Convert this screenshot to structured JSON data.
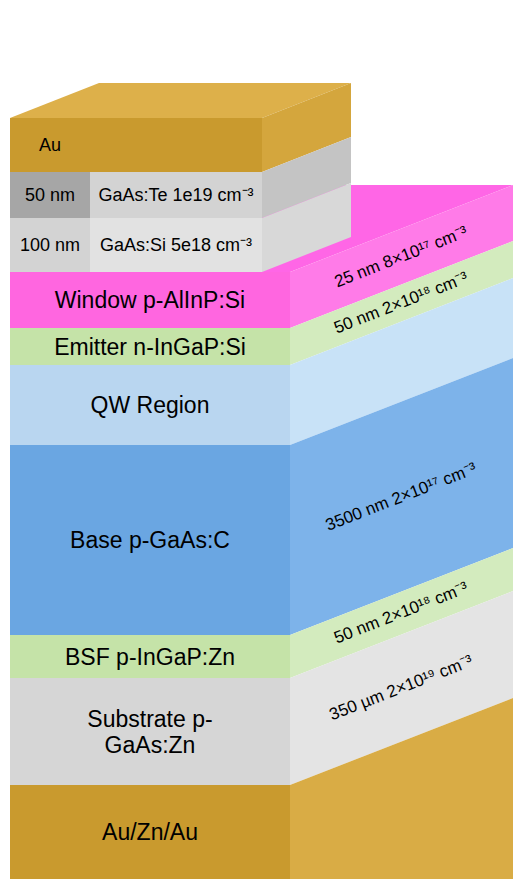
{
  "diagram": {
    "nodes": [
      {
        "text": [
          "Au"
        ]
      },
      {
        "text": [
          "50 nm",
          "GaAs:Te 1e19 cm⁻³"
        ]
      },
      {
        "text": [
          "100 nm",
          "GaAs:Si 5e18 cm⁻³"
        ]
      },
      {
        "text": [
          "Window p-AlInP:Si",
          "25 nm 8×10¹⁷ cm⁻³"
        ]
      },
      {
        "text": [
          "Emitter n-InGaP:Si",
          "50 nm 2×10¹⁸ cm⁻³"
        ]
      },
      {
        "text": [
          "QW Region"
        ]
      },
      {
        "text": [
          "Base p-GaAs:C",
          "3500 nm 2×10¹⁷ cm⁻³"
        ]
      },
      {
        "text": [
          "BSF p-InGaP:Zn",
          "50 nm 2×10¹⁸ cm⁻³"
        ]
      },
      {
        "text": [
          "Substrate p-GaAs:Zn",
          "350 µm 2×10¹⁹ cm⁻³"
        ]
      },
      {
        "text": [
          "Au/Zn/Au"
        ]
      }
    ]
  }
}
